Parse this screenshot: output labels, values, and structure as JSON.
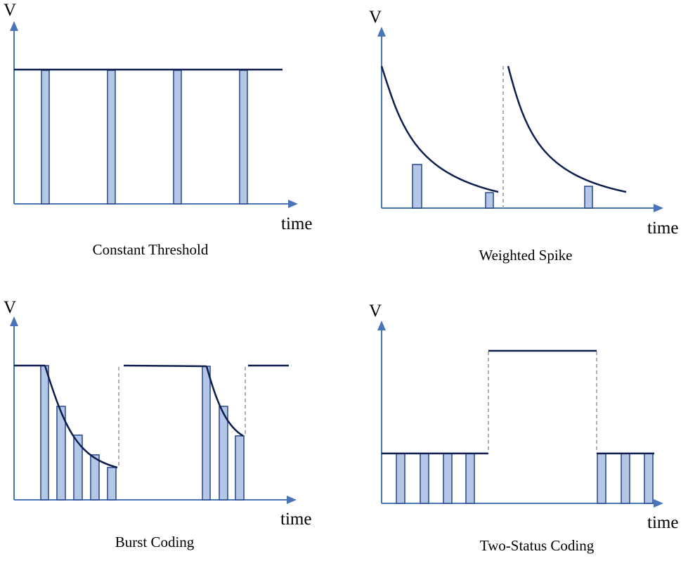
{
  "panels": {
    "constant": {
      "y_label": "V",
      "x_label": "time",
      "caption": "Constant Threshold"
    },
    "weighted": {
      "y_label": "V",
      "x_label": "time",
      "caption": "Weighted Spike"
    },
    "burst": {
      "y_label": "V",
      "x_label": "time",
      "caption": "Burst Coding"
    },
    "twostatus": {
      "y_label": "V",
      "x_label": "time",
      "caption": "Two-Status Coding"
    }
  },
  "colors": {
    "axis": "#4a74b8",
    "threshold": "#0f1f4d",
    "spike_fill": "#b4c7e7",
    "spike_stroke": "#2f4f8f",
    "reset": "#a8a8a8"
  }
}
